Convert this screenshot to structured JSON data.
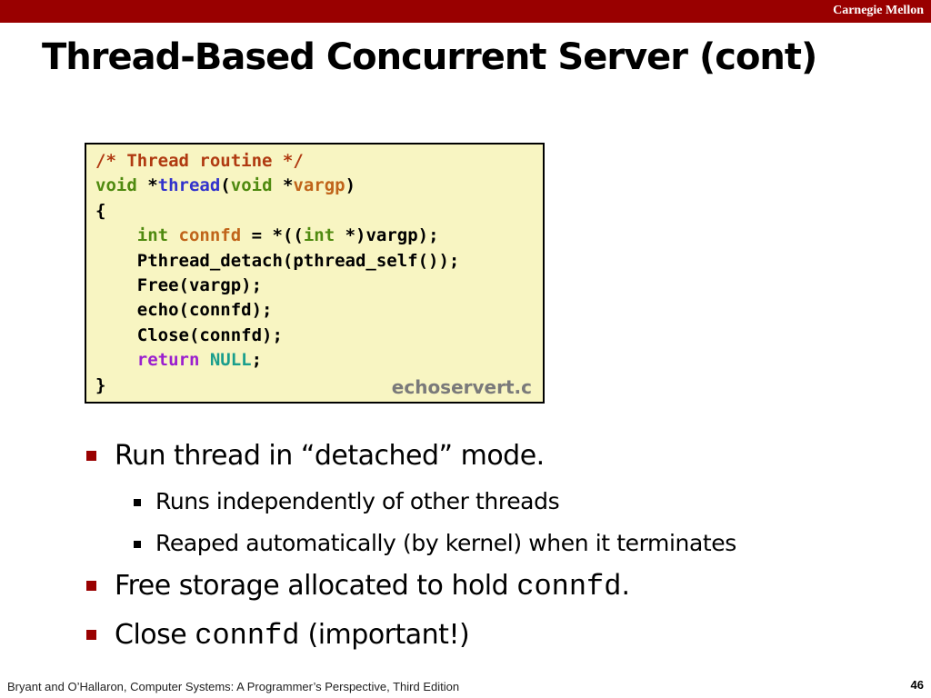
{
  "header": {
    "org": "Carnegie Mellon",
    "title": "Thread-Based Concurrent Server (cont)"
  },
  "code": {
    "lines": [
      "/* Thread routine */",
      "void *thread(void *vargp)",
      "{",
      "int connfd = *((int *)vargp);",
      "Pthread_detach(pthread_self());",
      "Free(vargp);",
      "echo(connfd);",
      "Close(connfd);",
      "return NULL;",
      "}"
    ],
    "filename": "echoservert.c"
  },
  "bullets": {
    "b1": "Run thread in “detached” mode.",
    "b1_sub1": "Runs independently of other threads",
    "b1_sub2": "Reaped automatically (by kernel) when it terminates",
    "b2_prefix": "Free storage allocated to hold ",
    "b2_code": "connfd",
    "b2_suffix": ".",
    "b3_prefix": "Close ",
    "b3_code": "connfd",
    "b3_suffix": " (important!)"
  },
  "footer": {
    "citation": "Bryant and O’Hallaron, Computer Systems: A Programmer’s Perspective, Third Edition",
    "page_number": "46"
  },
  "colors": {
    "brand": "#990000",
    "code_background": "#f8f5c2",
    "keyword": "#4f8a10",
    "comment": "#b03a11",
    "function": "#3333cc",
    "variable": "#c0641a",
    "return_keyword": "#9b1fcf",
    "null_constant": "#1a9e8c"
  }
}
